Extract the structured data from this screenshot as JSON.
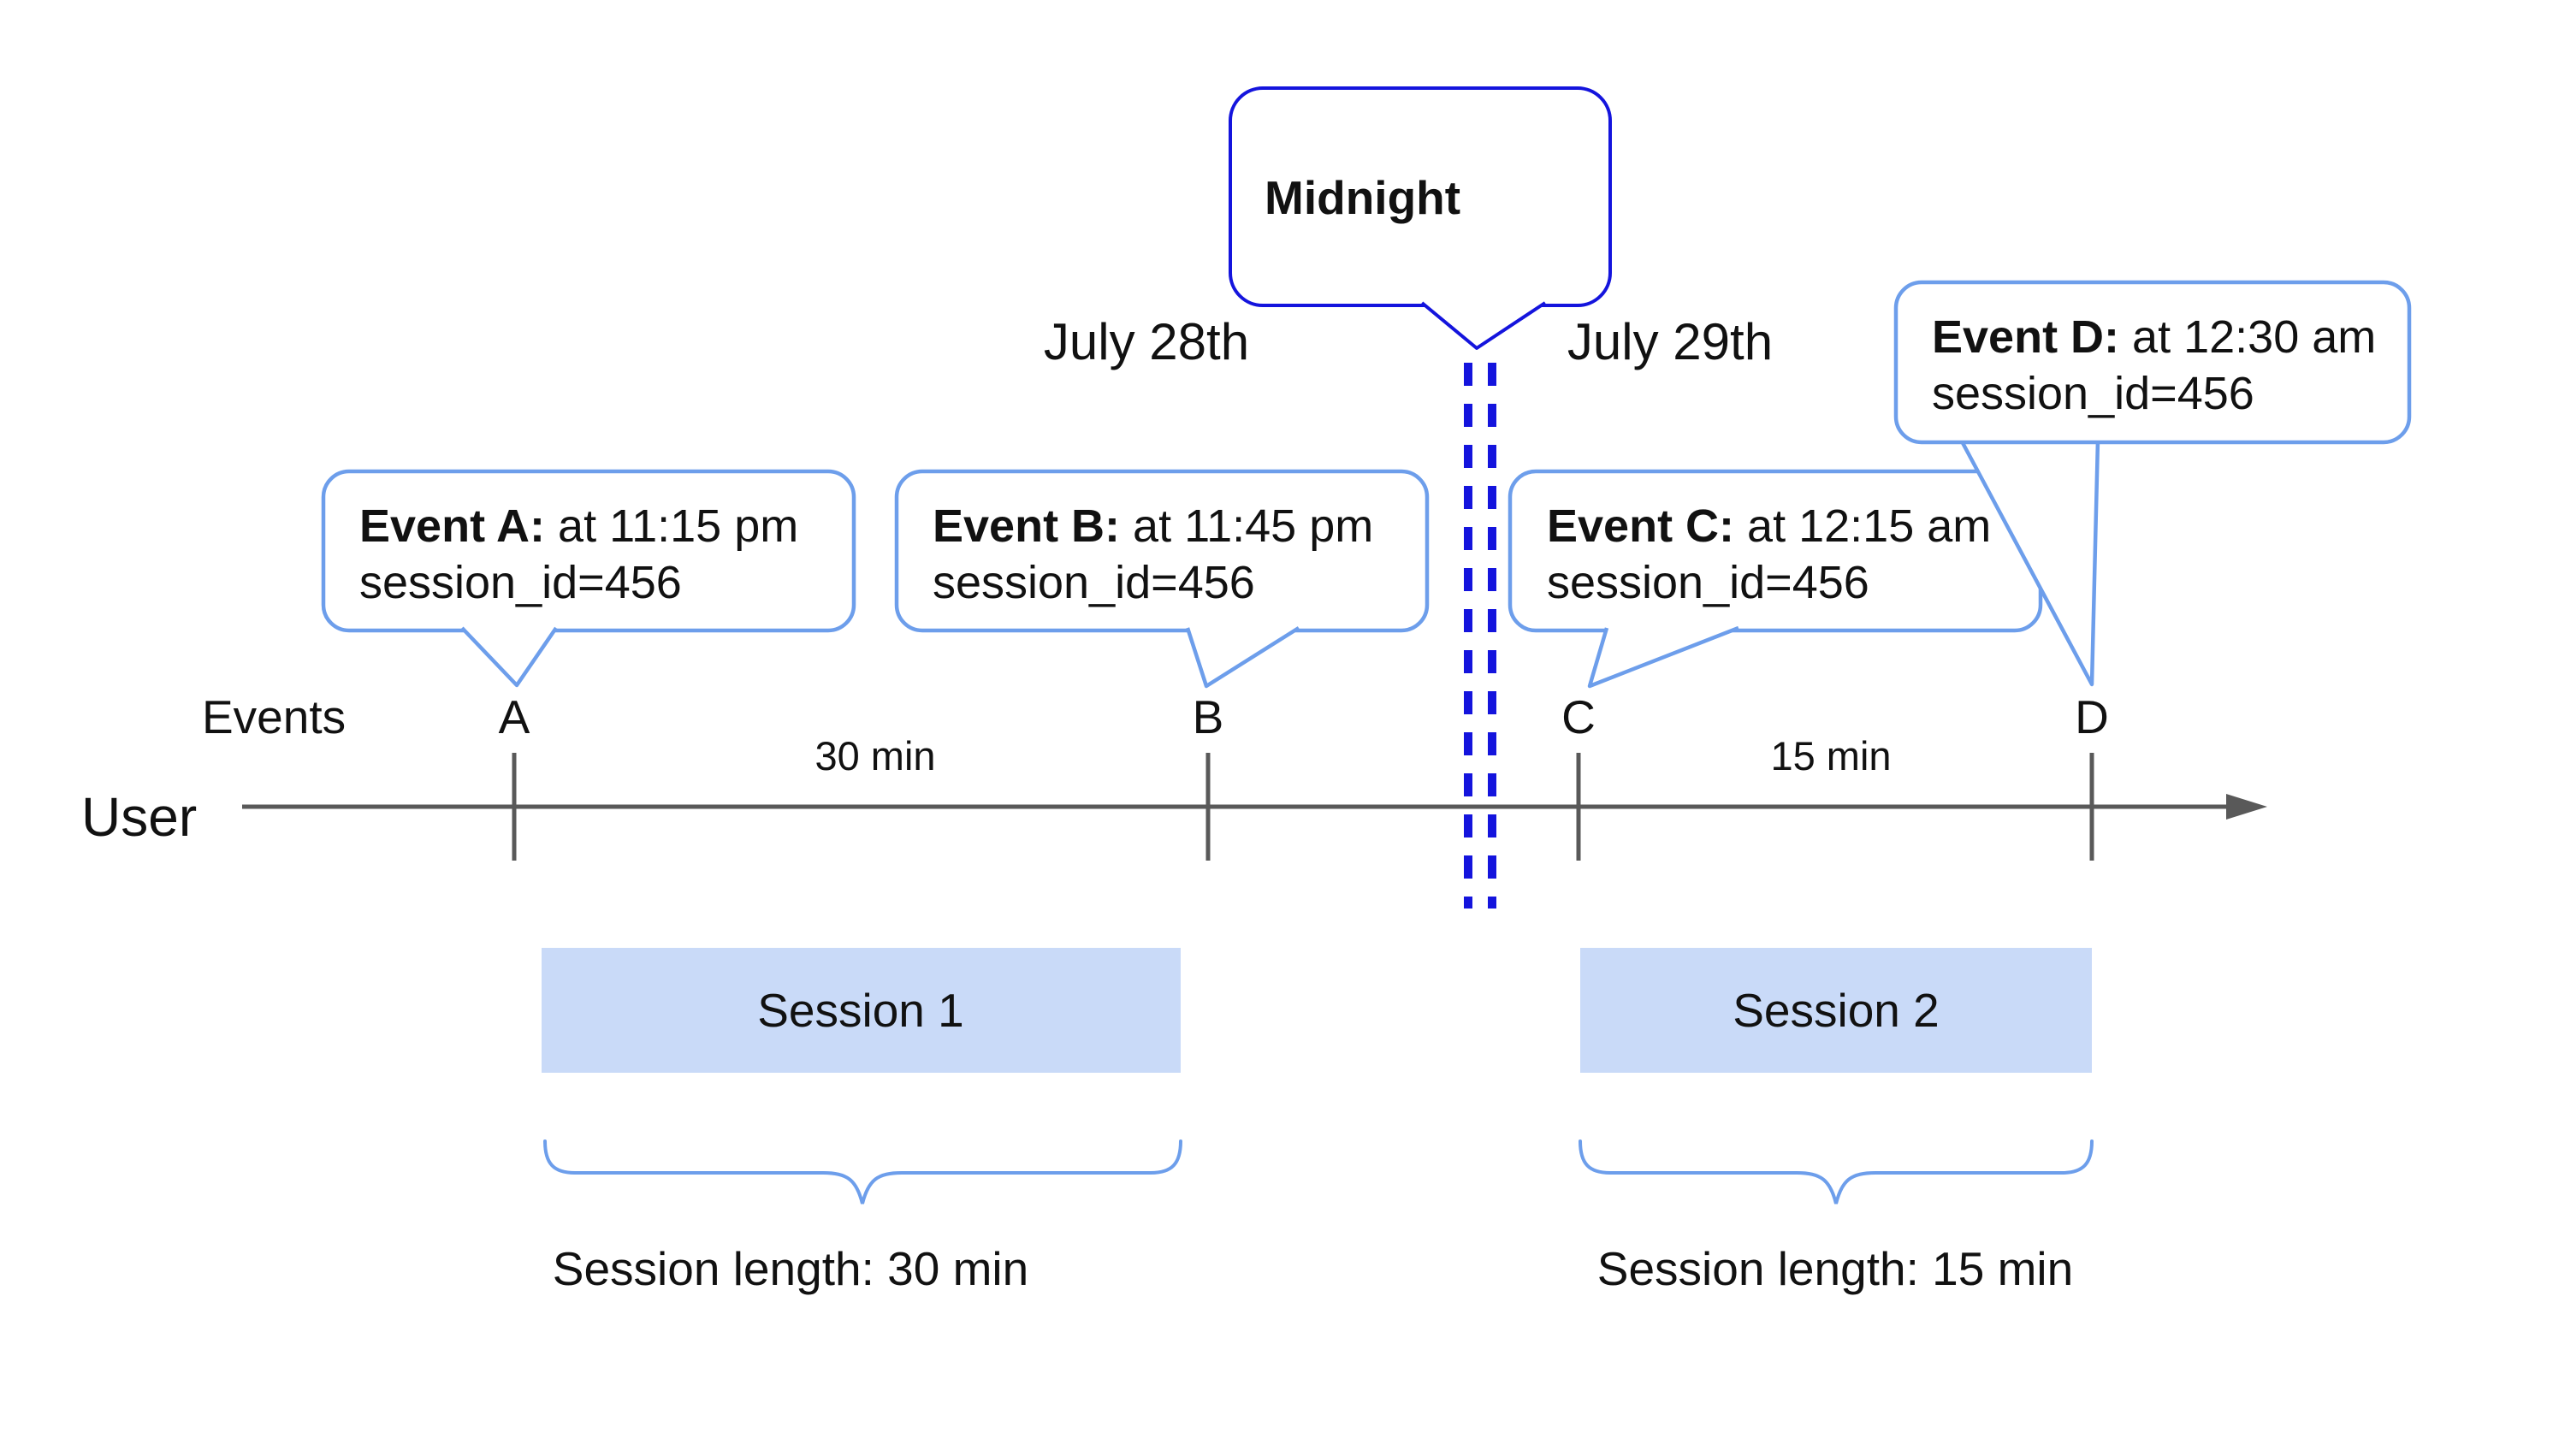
{
  "dates": {
    "left": "July 28th",
    "right": "July 29th"
  },
  "midnight_callout": {
    "label": "Midnight"
  },
  "axis": {
    "row_label": "Events",
    "user_label": "User",
    "ticks": [
      "A",
      "B",
      "C",
      "D"
    ],
    "interval_ab": "30 min",
    "interval_cd": "15 min"
  },
  "event_callouts": [
    {
      "title": "Event A:",
      "time": " at 11:15 pm",
      "detail": "session_id=456"
    },
    {
      "title": "Event B:",
      "time": " at 11:45 pm",
      "detail": "session_id=456"
    },
    {
      "title": "Event C:",
      "time": " at 12:15 am",
      "detail": "session_id=456"
    },
    {
      "title": "Event D:",
      "time": " at 12:30 am",
      "detail": "session_id=456"
    }
  ],
  "sessions": [
    {
      "label": "Session 1",
      "length_label": "Session length: 30 min"
    },
    {
      "label": "Session 2",
      "length_label": "Session length: 15 min"
    }
  ],
  "colors": {
    "callout_border": "#6d9eeb",
    "midnight_blue": "#1414dd",
    "session_fill": "#c9daf8",
    "timeline_gray": "#595959",
    "text": "#111111"
  }
}
